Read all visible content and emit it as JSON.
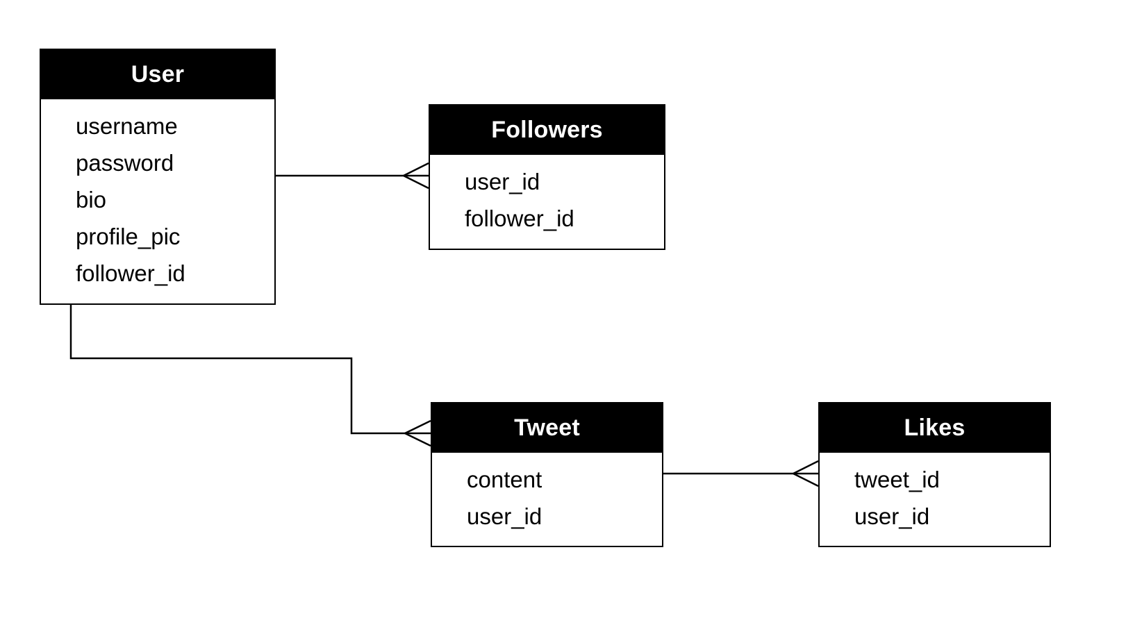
{
  "diagram": {
    "type": "entity-relationship",
    "entities": [
      {
        "id": "user",
        "name": "User",
        "fields": [
          "username",
          "password",
          "bio",
          "profile_pic",
          "follower_id"
        ]
      },
      {
        "id": "followers",
        "name": "Followers",
        "fields": [
          "user_id",
          "follower_id"
        ]
      },
      {
        "id": "tweet",
        "name": "Tweet",
        "fields": [
          "content",
          "user_id"
        ]
      },
      {
        "id": "likes",
        "name": "Likes",
        "fields": [
          "tweet_id",
          "user_id"
        ]
      }
    ],
    "relationships": [
      {
        "from": "User",
        "to": "Followers",
        "cardinality": "one-to-many"
      },
      {
        "from": "User",
        "to": "Tweet",
        "cardinality": "one-to-many"
      },
      {
        "from": "Tweet",
        "to": "Likes",
        "cardinality": "one-to-many"
      }
    ],
    "colors": {
      "header_background": "#000000",
      "header_text": "#ffffff",
      "line": "#000000",
      "background": "#ffffff"
    }
  }
}
